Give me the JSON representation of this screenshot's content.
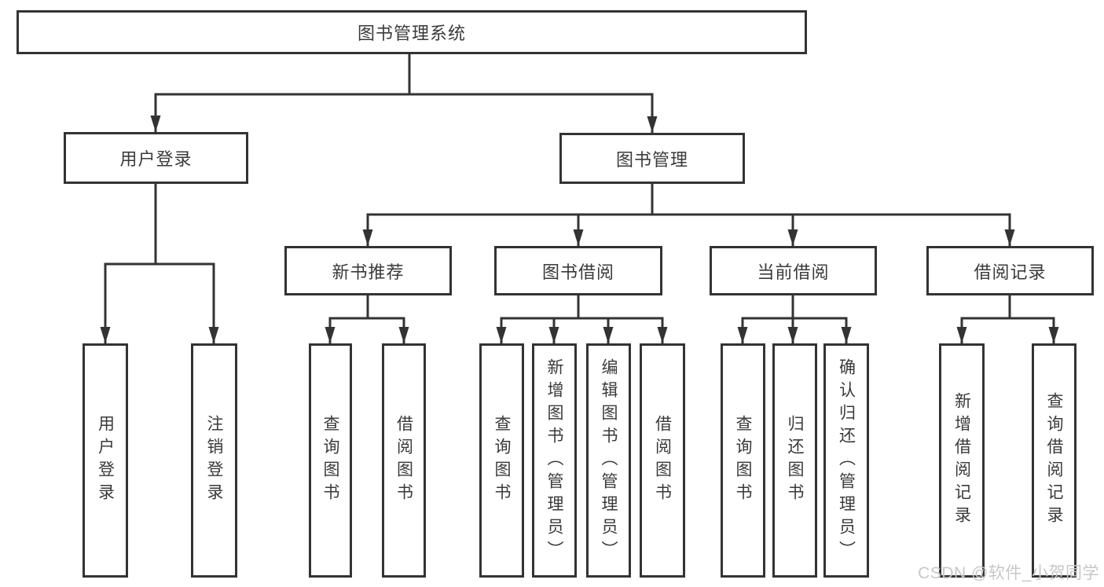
{
  "diagram": {
    "root": {
      "label": "图书管理系统"
    },
    "branches": [
      {
        "label": "用户登录",
        "children": [
          {
            "label": "用户登录"
          },
          {
            "label": "注销登录"
          }
        ]
      },
      {
        "label": "图书管理",
        "children": [
          {
            "label": "新书推荐",
            "children": [
              {
                "label": "查询图书"
              },
              {
                "label": "借阅图书"
              }
            ]
          },
          {
            "label": "图书借阅",
            "children": [
              {
                "label": "查询图书"
              },
              {
                "label": "新增图书（管理员）"
              },
              {
                "label": "编辑图书（管理员）"
              },
              {
                "label": "借阅图书"
              }
            ]
          },
          {
            "label": "当前借阅",
            "children": [
              {
                "label": "查询图书"
              },
              {
                "label": "归还图书"
              },
              {
                "label": "确认归还（管理员）"
              }
            ]
          },
          {
            "label": "借阅记录",
            "children": [
              {
                "label": "新增借阅记录"
              },
              {
                "label": "查询借阅记录"
              }
            ]
          }
        ]
      }
    ]
  },
  "watermark": {
    "text": "CSDN @软件_小贺同学"
  },
  "colors": {
    "line": "#333333",
    "text": "#3a3a3a",
    "background": "#ffffff",
    "watermark": "#c7c7c7"
  }
}
